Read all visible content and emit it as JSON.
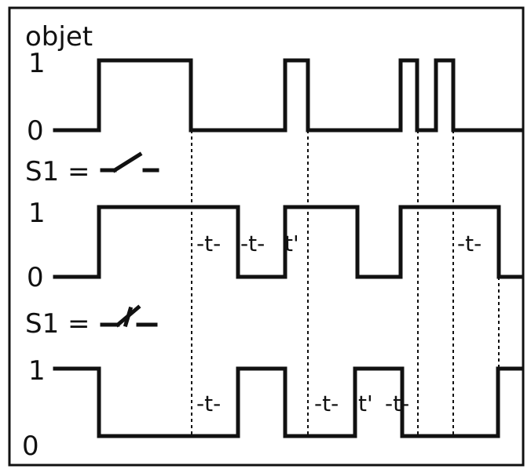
{
  "labels": {
    "object": "objet",
    "high": "1",
    "low": "0",
    "s1_prefix": "S1 ="
  },
  "timing": {
    "t": "-t-",
    "t_prime": "t'"
  },
  "icons": {
    "no_contact": "normally-open-contact-icon",
    "nc_contact": "normally-closed-contact-icon"
  }
}
